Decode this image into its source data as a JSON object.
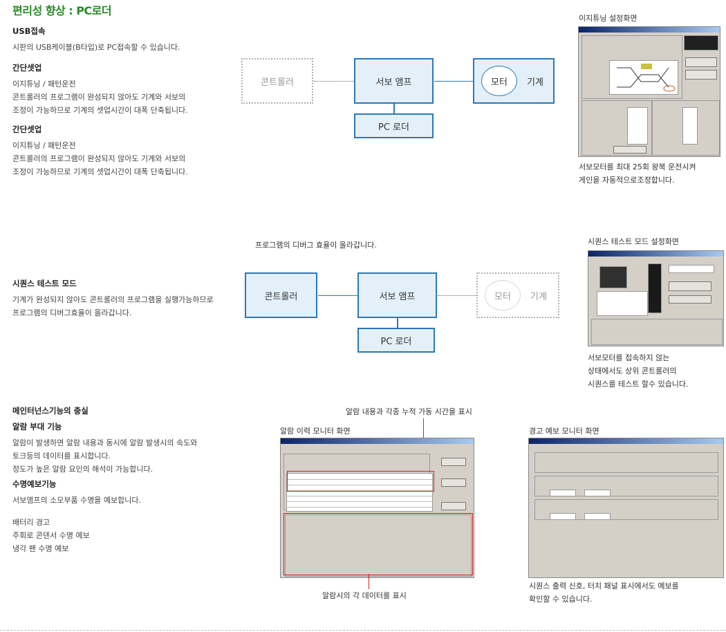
{
  "title": "편리성 향상 : PC로더",
  "section1": {
    "usb": {
      "heading": "USB접속",
      "text": "시판의 USB케이블(B타입)로 PC접속할 수 있습니다."
    },
    "setup1": {
      "heading": "간단셋업",
      "line1": "이지튜닝 / 패턴운전",
      "line2": "콘트롤러의 프로그램이 완성되지 않아도 기계와 서보의",
      "line3": "조정이 가능하므로 기계의 셋업시간이 대폭 단축됩니다."
    },
    "setup2": {
      "heading": "간단셋업",
      "line1": "이지튜닝 / 패턴운전",
      "line2": "콘트롤러의 프로그램이 완성되지 않아도 기계와 서보의",
      "line3": "조정이 가능하므로 기계의 셋업시간이 대폭 단축됩니다."
    }
  },
  "diagram1": {
    "controller": "콘트롤러",
    "servo_amp": "서보 앰프",
    "motor": "모터",
    "machine": "기계",
    "pc_loader": "PC 로더"
  },
  "screen1": {
    "caption_title": "이지튜닝 설정화면",
    "caption_line1": "서보모터를 최대 25회 왕복 운전시켜",
    "caption_line2": "게인을 자동적으로조정합니다."
  },
  "section2": {
    "heading": "시퀀스 테스트 모드",
    "line1": "기계가 완성되지 않아도 콘트롤러의 프로그램을 실행가능하므로",
    "line2": "프로그램의 디버그효율이 올라갑니다."
  },
  "diagram2": {
    "note": "프로그램의 디버그 효율이 올라갑니다.",
    "controller": "콘트롤러",
    "servo_amp": "서보 앰프",
    "motor": "모터",
    "machine": "기계",
    "pc_loader": "PC 로더"
  },
  "screen2": {
    "caption_title": "시퀀스 테스트 모드 설정화면",
    "caption_line1": "서보모터를 접속하지 않는",
    "caption_line2": "상태에서도 상위 콘트롤러의",
    "caption_line3": "시퀀스를 테스트 할수 있습니다."
  },
  "section3": {
    "heading": "메인터넌스기능의 충실",
    "alarm": {
      "heading": "알람 부대 기능",
      "line1": "알람이 발생하면 알람 내용과 동시에 알람 발생시의 속도와",
      "line2": "토크등의 데이터를 표시합니다.",
      "line3": "정도가 높은 알람 요인의 해석이 가능합니다."
    },
    "life": {
      "heading": "수명예보기능",
      "line1": "서보앰프의 소모부품 수명을 예보합니다."
    },
    "list": {
      "item1": "배터리 경고",
      "item2": "주회로 콘덴서 수명 예보",
      "item3": "냉각 팬 수명 예보"
    }
  },
  "screen3": {
    "annotation_top": "알람 내용과 각종 누적 가동 시간을 표시",
    "caption_title": "알람 이력 모니터 화면",
    "annotation_bottom": "알람시의 각 데이터를 표시"
  },
  "screen4": {
    "caption_title": "경고 예보 모니터 화면",
    "caption_line1": "시퀀스 출력 신호, 터치 패널 표시에서도 예보를",
    "caption_line2": "확인할 수 있습니다."
  },
  "colors": {
    "title": "#2a8a2a",
    "box_border": "#2b78b8",
    "box_fill": "#e4f0f9",
    "annotation": "#d32020"
  }
}
